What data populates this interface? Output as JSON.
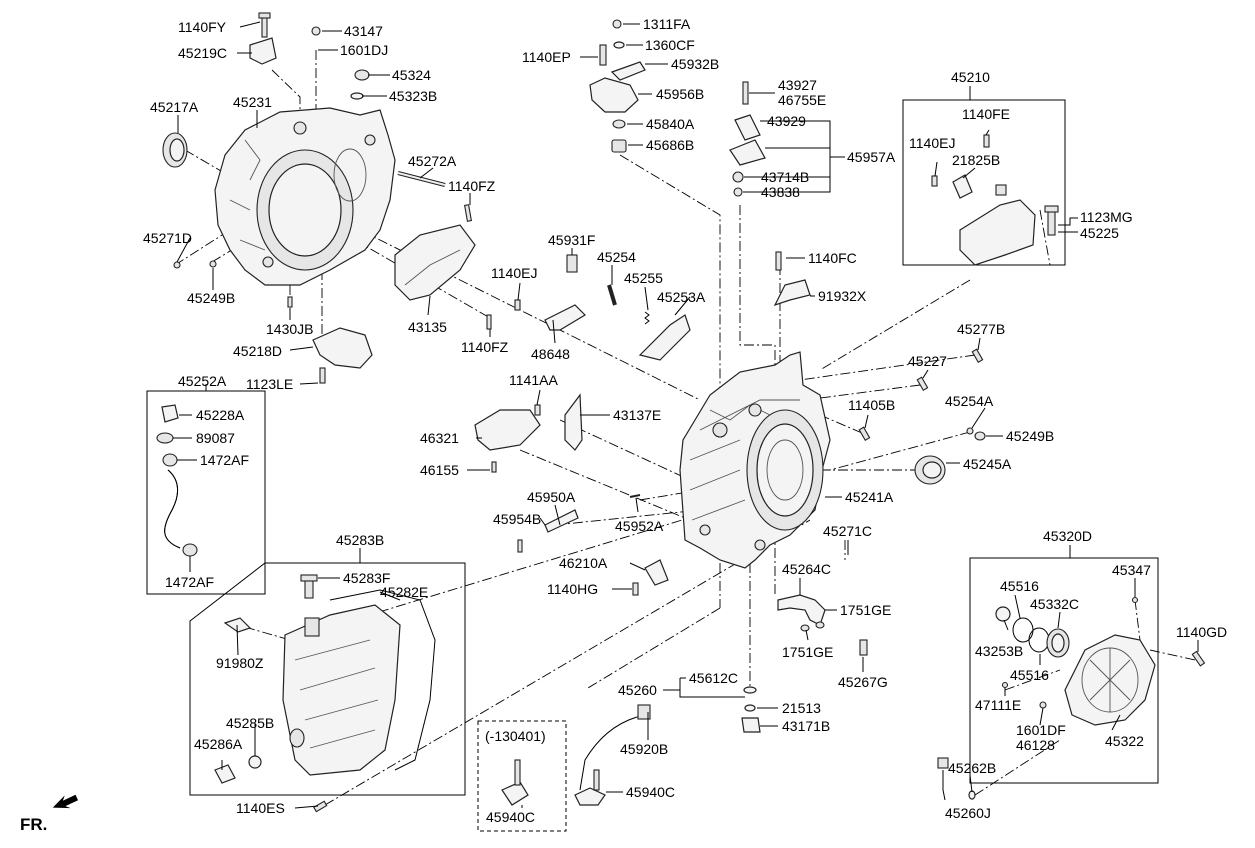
{
  "labels": {
    "l1140FY": "1140FY",
    "l45219C": "45219C",
    "l43147": "43147",
    "l1601DJ": "1601DJ",
    "l45324": "45324",
    "l45323B": "45323B",
    "l45217A": "45217A",
    "l45231": "45231",
    "l45272A": "45272A",
    "l1140FZa": "1140FZ",
    "l45271D": "45271D",
    "l45249B": "45249B",
    "l1430JB": "1430JB",
    "l45218D": "45218D",
    "l1123LE": "1123LE",
    "l43135": "43135",
    "l1140FZb": "1140FZ",
    "l1311FA": "1311FA",
    "l1360CF": "1360CF",
    "l1140EP": "1140EP",
    "l45932B": "45932B",
    "l45956B": "45956B",
    "l45840A": "45840A",
    "l45686B": "45686B",
    "l43927": "43927",
    "l46755E": "46755E",
    "l43929": "43929",
    "l45957A": "45957A",
    "l43714B": "43714B",
    "l43838": "43838",
    "l45210": "45210",
    "l1140FE": "1140FE",
    "l1140EJa": "1140EJ",
    "l21825B": "21825B",
    "l1123MG": "1123MG",
    "l45225": "45225",
    "l45931F": "45931F",
    "l1140EJb": "1140EJ",
    "l45254": "45254",
    "l45255": "45255",
    "l45253A": "45253A",
    "l48648": "48648",
    "l1140FC": "1140FC",
    "l91932X": "91932X",
    "l45277B": "45277B",
    "l45227": "45227",
    "l1141AA": "1141AA",
    "l43137E": "43137E",
    "l46321": "46321",
    "l46155": "46155",
    "l11405B": "11405B",
    "l45254A": "45254A",
    "l45249Bb": "45249B",
    "l45245A": "45245A",
    "l45241A": "45241A",
    "l45950A": "45950A",
    "l45954B": "45954B",
    "l45952A": "45952A",
    "l45271C": "45271C",
    "l46210A": "46210A",
    "l1140HG": "1140HG",
    "l45264C": "45264C",
    "l1751GEa": "1751GE",
    "l1751GEb": "1751GE",
    "l45267G": "45267G",
    "l45252A": "45252A",
    "l45228A": "45228A",
    "l89087": "89087",
    "l1472AFa": "1472AF",
    "l1472AFb": "1472AF",
    "l45283B": "45283B",
    "l45283F": "45283F",
    "l45282E": "45282E",
    "l91980Z": "91980Z",
    "l45285B": "45285B",
    "l45286A": "45286A",
    "l1140ES": "1140ES",
    "l45612C": "45612C",
    "l45260": "45260",
    "l21513": "21513",
    "l43171B": "43171B",
    "l130401": "(-130401)",
    "l45920B": "45920B",
    "l45940Ca": "45940C",
    "l45940Cb": "45940C",
    "l45320D": "45320D",
    "l45516a": "45516",
    "l45347": "45347",
    "l45332C": "45332C",
    "l1140GD": "1140GD",
    "l43253B": "43253B",
    "l45516b": "45516",
    "l47111E": "47111E",
    "l1601DF": "1601DF",
    "l46128": "46128",
    "l45322": "45322",
    "l45262B": "45262B",
    "l45260J": "45260J",
    "fr": "FR."
  }
}
